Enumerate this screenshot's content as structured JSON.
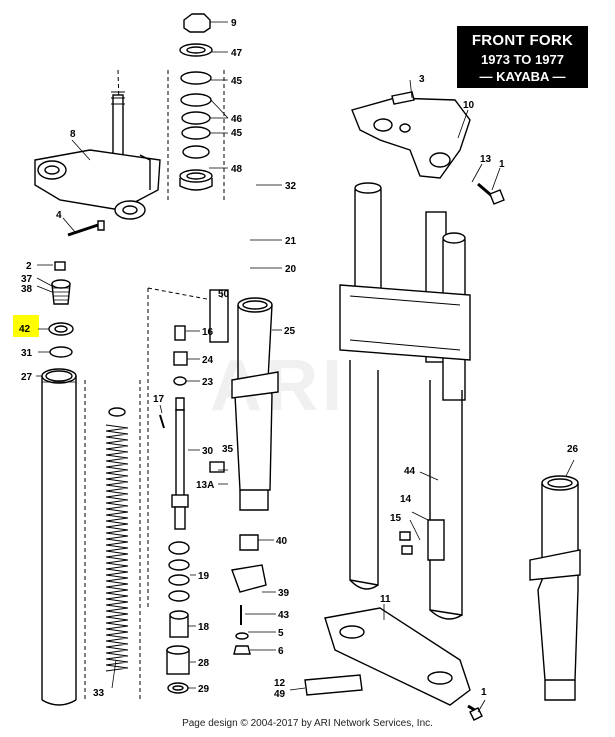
{
  "title": {
    "line1": "FRONT FORK",
    "line2": "1973 TO 1977",
    "line3": "— KAYABA —"
  },
  "watermark": "ARI",
  "footer": "Page design © 2004-2017 by ARI Network Services, Inc.",
  "highlighted_part": "42",
  "highlight_color": "#ffff00",
  "callouts": [
    {
      "id": "c9",
      "label": "9"
    },
    {
      "id": "c47",
      "label": "47"
    },
    {
      "id": "c45a",
      "label": "45"
    },
    {
      "id": "c46",
      "label": "46"
    },
    {
      "id": "c45b",
      "label": "45"
    },
    {
      "id": "c48",
      "label": "48"
    },
    {
      "id": "c32",
      "label": "32"
    },
    {
      "id": "c21",
      "label": "21"
    },
    {
      "id": "c20",
      "label": "20"
    },
    {
      "id": "c8",
      "label": "8"
    },
    {
      "id": "c4",
      "label": "4"
    },
    {
      "id": "c2",
      "label": "2"
    },
    {
      "id": "c37",
      "label": "37"
    },
    {
      "id": "c38",
      "label": "38"
    },
    {
      "id": "c42",
      "label": "42"
    },
    {
      "id": "c31",
      "label": "31"
    },
    {
      "id": "c27",
      "label": "27"
    },
    {
      "id": "c50",
      "label": "50"
    },
    {
      "id": "c16",
      "label": "16"
    },
    {
      "id": "c24",
      "label": "24"
    },
    {
      "id": "c23",
      "label": "23"
    },
    {
      "id": "c25",
      "label": "25"
    },
    {
      "id": "c17",
      "label": "17"
    },
    {
      "id": "c30",
      "label": "30"
    },
    {
      "id": "c35",
      "label": "35"
    },
    {
      "id": "c13a",
      "label": "13A"
    },
    {
      "id": "c40",
      "label": "40"
    },
    {
      "id": "c19",
      "label": "19"
    },
    {
      "id": "c39",
      "label": "39"
    },
    {
      "id": "c43",
      "label": "43"
    },
    {
      "id": "c5",
      "label": "5"
    },
    {
      "id": "c6",
      "label": "6"
    },
    {
      "id": "c18",
      "label": "18"
    },
    {
      "id": "c28",
      "label": "28"
    },
    {
      "id": "c29",
      "label": "29"
    },
    {
      "id": "c33",
      "label": "33"
    },
    {
      "id": "c3",
      "label": "3"
    },
    {
      "id": "c10",
      "label": "10"
    },
    {
      "id": "c13",
      "label": "13"
    },
    {
      "id": "c1a",
      "label": "1"
    },
    {
      "id": "c44",
      "label": "44"
    },
    {
      "id": "c14",
      "label": "14"
    },
    {
      "id": "c15",
      "label": "15"
    },
    {
      "id": "c11",
      "label": "11"
    },
    {
      "id": "c12",
      "label": "12"
    },
    {
      "id": "c49",
      "label": "49"
    },
    {
      "id": "c26",
      "label": "26"
    },
    {
      "id": "c1b",
      "label": "1"
    }
  ]
}
